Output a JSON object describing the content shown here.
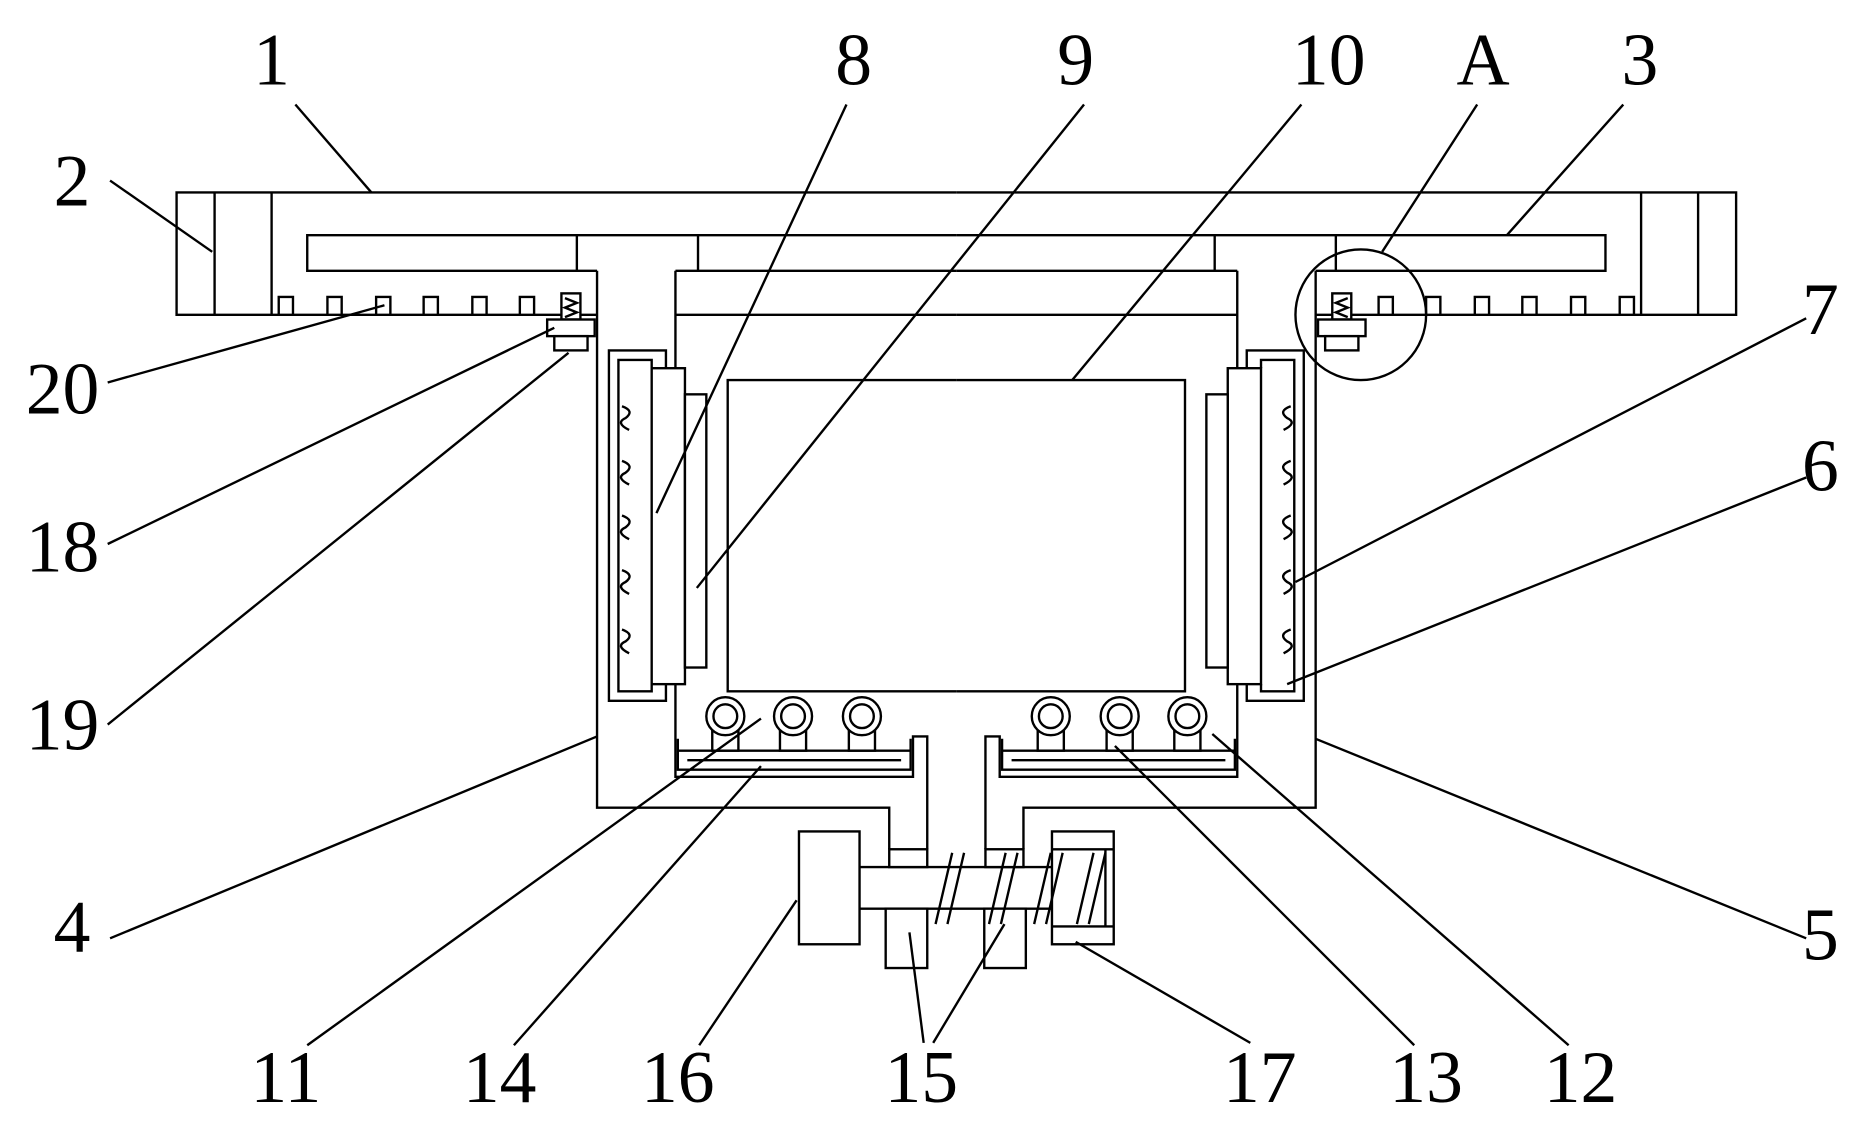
{
  "colors": {
    "line": "#000000",
    "background": "#ffffff"
  },
  "labels": {
    "n1": "1",
    "n2": "2",
    "n3": "3",
    "n4": "4",
    "n5": "5",
    "n6": "6",
    "n7": "7",
    "n8": "8",
    "n9": "9",
    "n10": "10",
    "nA": "A",
    "n11": "11",
    "n12": "12",
    "n13": "13",
    "n14": "14",
    "n15": "15",
    "n16": "16",
    "n17": "17",
    "n18": "18",
    "n19": "19",
    "n20": "20"
  }
}
